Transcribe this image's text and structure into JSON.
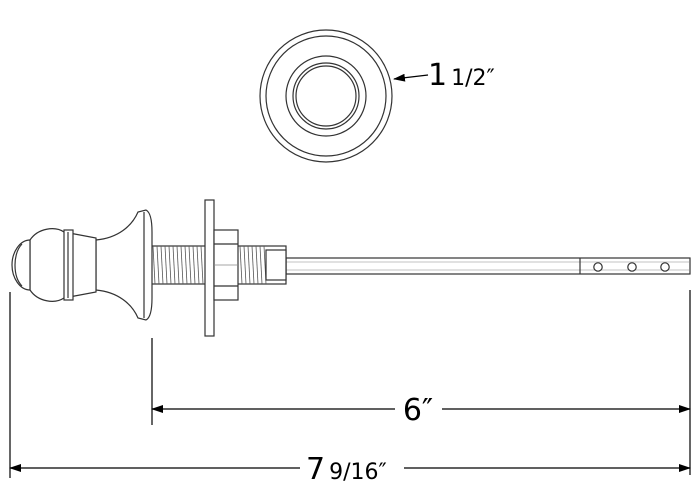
{
  "dimensions": {
    "diameter": {
      "whole": "1",
      "fraction": "1/2″"
    },
    "stem_length": {
      "label": "6″"
    },
    "overall_length": {
      "whole": "7",
      "fraction": "9/16″"
    }
  },
  "colors": {
    "line": "#333333",
    "fill": "#ffffff",
    "dim_line": "#000000"
  }
}
